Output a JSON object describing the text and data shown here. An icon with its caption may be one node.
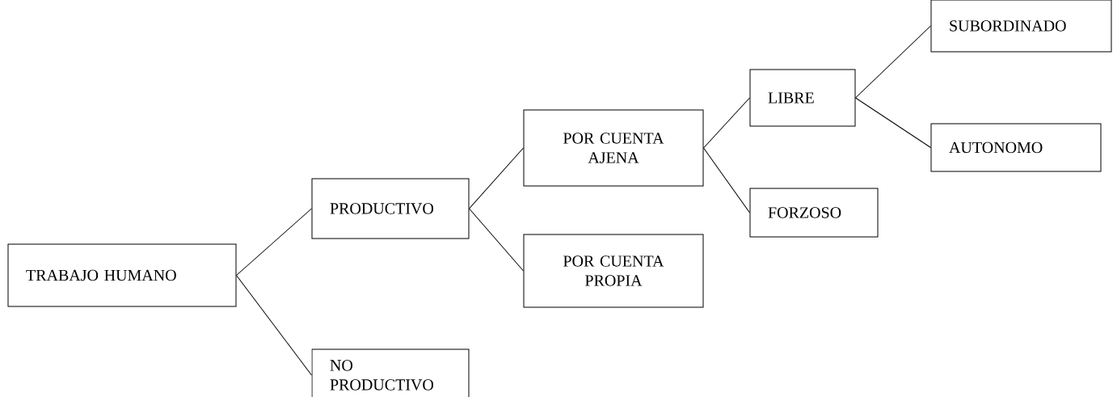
{
  "diagram": {
    "nodes": [
      {
        "text": [
          "TRABAJO HUMANO"
        ]
      },
      {
        "text": [
          "PRODUCTIVO"
        ]
      },
      {
        "text": [
          "NO PRODUCTIVO"
        ]
      },
      {
        "text": [
          "POR CUENTA AJENA"
        ]
      },
      {
        "text": [
          "POR CUENTA PROPIA"
        ]
      },
      {
        "text": [
          "LIBRE"
        ]
      },
      {
        "text": [
          "FORZOSO"
        ]
      },
      {
        "text": [
          "SUBORDINADO"
        ]
      },
      {
        "text": [
          "AUTONOMO"
        ]
      }
    ],
    "edges": [
      {
        "from": 0,
        "to": 1,
        "arrow": "none"
      },
      {
        "from": 0,
        "to": 2,
        "arrow": "none"
      },
      {
        "from": 1,
        "to": 3,
        "arrow": "none"
      },
      {
        "from": 1,
        "to": 4,
        "arrow": "none"
      },
      {
        "from": 3,
        "to": 5,
        "arrow": "none"
      },
      {
        "from": 3,
        "to": 6,
        "arrow": "none"
      },
      {
        "from": 5,
        "to": 7,
        "arrow": "none"
      },
      {
        "from": 5,
        "to": 8,
        "arrow": "none"
      }
    ]
  }
}
